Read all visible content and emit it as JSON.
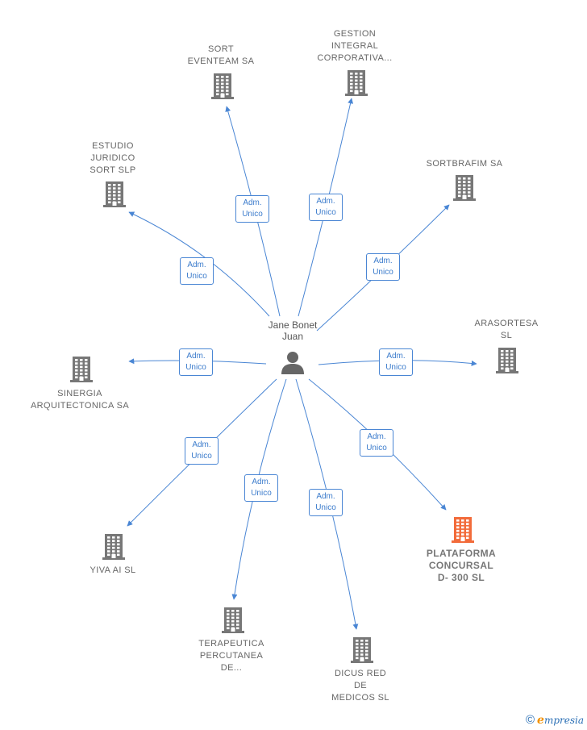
{
  "center": {
    "label": "Jane Bonet\nJuan",
    "icon": "person-icon"
  },
  "colors": {
    "edge": "#4a86d4",
    "building": "#777777",
    "highlight": "#f26b3a"
  },
  "companies": [
    {
      "id": "sort-eventeam",
      "label": "SORT\nEVENTEAM SA",
      "highlight": false,
      "relation": "Adm.\nUnico"
    },
    {
      "id": "gestion-integral",
      "label": "GESTION\nINTEGRAL\nCORPORATIVA...",
      "highlight": false,
      "relation": "Adm.\nUnico"
    },
    {
      "id": "estudio-juridico",
      "label": "ESTUDIO\nJURIDICO\nSORT  SLP",
      "highlight": false,
      "relation": "Adm.\nUnico"
    },
    {
      "id": "sortbrafim",
      "label": "SORTBRAFIM SA",
      "highlight": false,
      "relation": "Adm.\nUnico"
    },
    {
      "id": "arasortesa",
      "label": "ARASORTESA\nSL",
      "highlight": false,
      "relation": "Adm.\nUnico"
    },
    {
      "id": "sinergia",
      "label": "SINERGIA\nARQUITECTONICA SA",
      "highlight": false,
      "relation": "Adm.\nUnico"
    },
    {
      "id": "yiva",
      "label": "YIVA AI  SL",
      "highlight": false,
      "relation": "Adm.\nUnico"
    },
    {
      "id": "plataforma",
      "label": "PLATAFORMA\nCONCURSAL\nD- 300  SL",
      "highlight": true,
      "relation": "Adm.\nUnico"
    },
    {
      "id": "terapeutica",
      "label": "TERAPEUTICA\nPERCUTANEA\nDE...",
      "highlight": false,
      "relation": "Adm.\nUnico"
    },
    {
      "id": "dicus",
      "label": "DICUS RED\nDE\nMEDICOS  SL",
      "highlight": false,
      "relation": "Adm.\nUnico"
    }
  ],
  "footer": {
    "copyright": "©",
    "brand_initial": "e",
    "brand_rest": "mpresia"
  }
}
